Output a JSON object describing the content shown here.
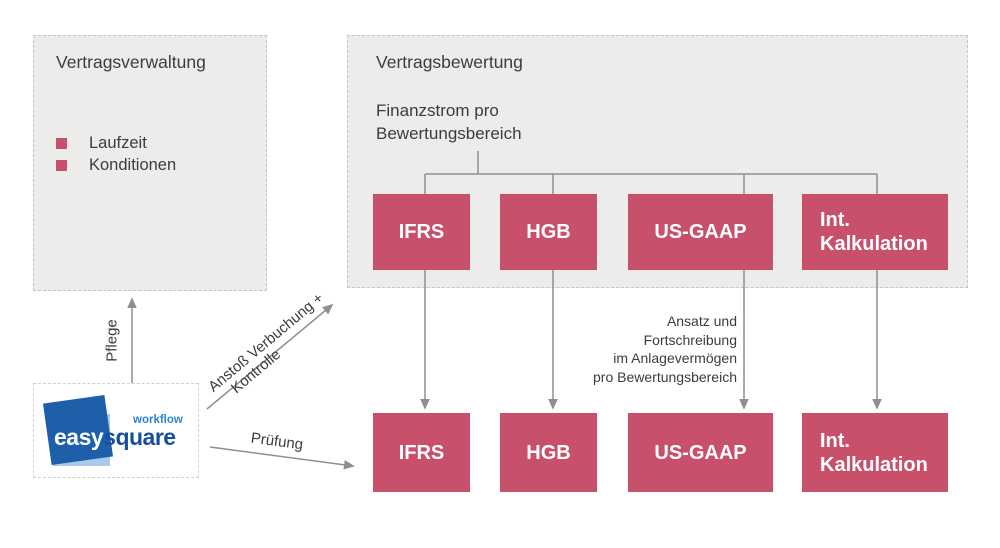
{
  "colors": {
    "accent_red": "#c9506b",
    "panel_bg": "#ececeb",
    "panel_border": "#c6c6c6",
    "text": "#3c3c3c",
    "line_gray": "#8f8f8f",
    "logo_dark_blue": "#1e5fa9",
    "logo_light_blue": "#a9cbe9",
    "logo_workflow_blue": "#2e82d2"
  },
  "contract_admin_panel": {
    "title": "Vertragsverwaltung",
    "items": [
      "Laufzeit",
      "Konditionen"
    ]
  },
  "valuation_panel": {
    "title": "Vertragsbewertung",
    "subtitle": "Finanzstrom pro\nBewertungsbereich"
  },
  "standards_top": [
    "IFRS",
    "HGB",
    "US-GAAP",
    "Int.\nKalkulation"
  ],
  "standards_bottom": [
    "IFRS",
    "HGB",
    "US-GAAP",
    "Int.\nKalkulation"
  ],
  "annotation": "Ansatz und\nFortschreibung\nim Anlagevermögen\npro Bewertungsbereich",
  "arrow_labels": {
    "pflege": "Pflege",
    "anstoss_line1": "Anstoß Verbuchung +",
    "anstoss_line2": "Kontrolle",
    "pruefung": "Prüfung"
  },
  "logo": {
    "easy": "easy",
    "square": "square",
    "workflow": "workflow"
  }
}
